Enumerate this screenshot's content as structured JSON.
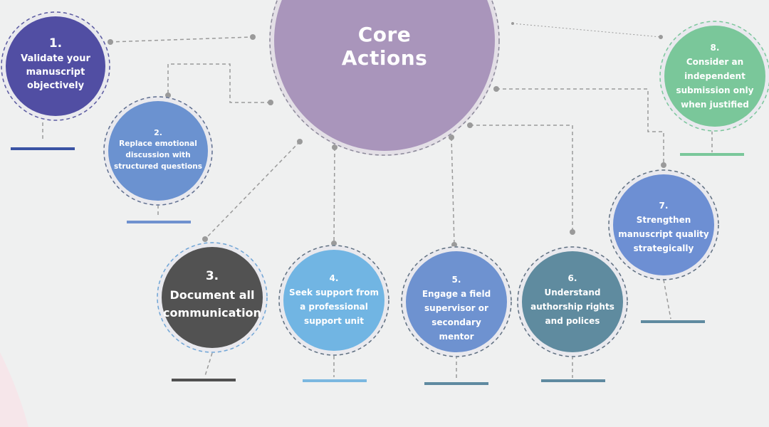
{
  "core": {
    "title": "Core Actions",
    "color": "#a995bb"
  },
  "actions": [
    {
      "number": "1.",
      "text": "Validate your\nmanuscript\nobjectively",
      "color": "#514ea3"
    },
    {
      "number": "2.",
      "text": "Replace emotional\ndiscussion with\nstructured questions",
      "color": "#6b92d0"
    },
    {
      "number": "3.",
      "text": "Document all\ncommunication",
      "color": "#525252"
    },
    {
      "number": "4.",
      "text": "Seek support from\na professional\nsupport unit",
      "color": "#71b5e3"
    },
    {
      "number": "5.",
      "text": "Engage a field\nsupervisor or\nsecondary\nmentor",
      "color": "#6e92d0"
    },
    {
      "number": "6.",
      "text": "Understand\nauthorship rights\nand polices",
      "color": "#5f8b9f"
    },
    {
      "number": "7.",
      "text": "Strengthen\nmanuscript quality\nstrategically",
      "color": "#6d8fd3"
    },
    {
      "number": "8.",
      "text": "Consider an\nindependent\nsubmission only\nwhen justified",
      "color": "#7ac79a"
    }
  ],
  "colors": {
    "background": "#eff0f0",
    "connector": "#9a9a9a",
    "ring": "#6e6e78"
  }
}
